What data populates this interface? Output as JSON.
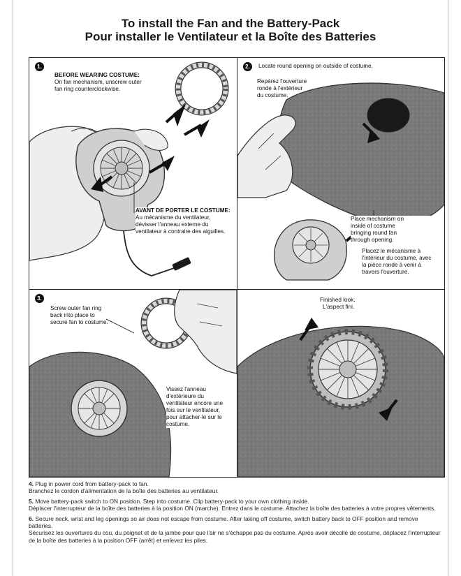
{
  "title": {
    "en": "To install the Fan and the Battery-Pack",
    "fr": "Pour installer le Ventilateur et la Boîte des Batteries"
  },
  "close_button": {
    "icon": "close-icon"
  },
  "panels": {
    "p1": {
      "number": "1.",
      "en_heading": "BEFORE WEARING COSTUME:",
      "en_l1": "On fan mechanism, unscrew outer",
      "en_l2": "fan ring counterclockwise.",
      "fr_heading": "AVANT DE PORTER LE COSTUME:",
      "fr_l1": "Au mécanisme du ventilateur,",
      "fr_l2": "dévisser l'anneau externe du",
      "fr_l3": "ventilateur à contraire des aiguilles."
    },
    "p2": {
      "number": "2.",
      "en_top": "Locate round opening on outside of costume.",
      "fr_top_l1": "Repérez l'ouverture",
      "fr_top_l2": "ronde à l'extérieur",
      "fr_top_l3": "du costume.",
      "en_mid_l1": "Place mechanism on",
      "en_mid_l2": "inside of costume",
      "en_mid_l3": "bringing round fan",
      "en_mid_l4": "through opening.",
      "fr_mid_l1": "Placez le mécanisme à",
      "fr_mid_l2": "l'intérieur du costume, avec",
      "fr_mid_l3": "la pièce ronde à venir à",
      "fr_mid_l4": "travers l'ouverture."
    },
    "p3": {
      "number": "3.",
      "en_l1": "Screw outer fan ring",
      "en_l2": "back into place to",
      "en_l3": "secure fan to costume.",
      "fr_l1": "Vissez l'anneau",
      "fr_l2": "d'extérieure du",
      "fr_l3": "ventilateur encore une",
      "fr_l4": "fois sur le ventilateur,",
      "fr_l5": "pour attacher-le sur le",
      "fr_l6": "costume."
    },
    "p4": {
      "en": "Finished look.",
      "fr": "L'aspect fini."
    }
  },
  "steps": [
    {
      "num": "4.",
      "en": "Plug in power cord from battery-pack to fan.",
      "fr": "Branchez le cordon d'alimentation de la boîte des batteries au ventilateur."
    },
    {
      "num": "5.",
      "en": "Move battery-pack switch to ON position. Step into costume. Clip battery-pack to your own clothing inside.",
      "fr": "Déplacer l'interrupteur de la boîte des batteries à la position ON (marche). Entrez dans le costume. Attachez la boîte des batteries à votre propres vêtements."
    },
    {
      "num": "6.",
      "en": "Secure neck, wrist and leg openings so air does not escape from costume. After taking off costume, switch battery back to OFF position and remove batteries.",
      "fr": "Sécurisez les ouvertures du cou, du poignet et de la jambe pour que l'air ne s'échappe pas du costume. Après avoir décollé de costume, déplacez l'interrupteur de la boîte des batteries à la position OFF (arrêt) et enlevez les piles."
    }
  ],
  "colors": {
    "costume": "#7a7a7a",
    "costume_dark": "#5e5e5e",
    "glove": "#eeeeee",
    "fan": "#cfcfcf",
    "outline": "#333333",
    "hole": "#1a1a1a"
  }
}
